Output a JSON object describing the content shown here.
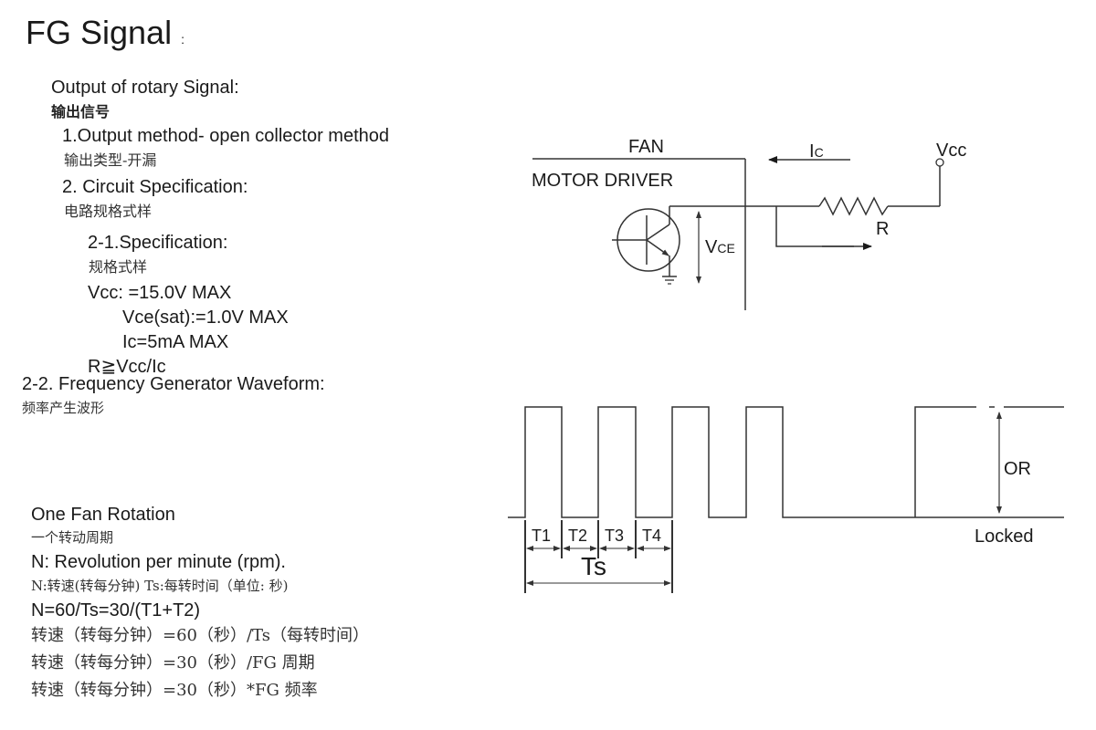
{
  "title": "FG Signal",
  "title_colon": ":",
  "left": {
    "output_heading": "Output of rotary Signal:",
    "output_heading_cn": "输出信号",
    "item1": "1.Output method- open collector method",
    "item1_cn": "输出类型-开漏",
    "item2": "2. Circuit Specification:",
    "item2_cn": "电路规格式样",
    "spec_heading": "2-1.Specification:",
    "spec_heading_cn": "规格式样",
    "spec_vcc": "Vcc: =15.0V MAX",
    "spec_vce": "Vce(sat):=1.0V MAX",
    "spec_ic": "Ic=5mA MAX",
    "spec_r": "R≧Vcc/Ic",
    "waveform_heading": "2-2. Frequency Generator Waveform:",
    "waveform_heading_cn": "频率产生波形",
    "rotation": "One Fan Rotation",
    "rotation_cn": "一个转动周期",
    "rpm_def": "N: Revolution  per minute (rpm).",
    "rpm_def_cn": "N:转速(转每分钟)  Ts:每转时间（单位: 秒)",
    "formula": "N=60/Ts=30/(T1+T2)",
    "formula_cn_1": "转速（转每分钟）=60（秒）/Ts（每转时间）",
    "formula_cn_2": "转速（转每分钟）=30（秒）/FG 周期",
    "formula_cn_3": "转速（转每分钟）=30（秒）*FG 频率"
  },
  "circuit": {
    "fan_label": "FAN",
    "driver_label": "MOTOR DRIVER",
    "ic_label_main": "I",
    "ic_label_sub": "C",
    "vcc_label": "Vcc",
    "r_label": "R",
    "vce_label_main": "V",
    "vce_label_sub": "CE",
    "components": [
      "npn-transistor",
      "ground",
      "resistor",
      "vcc-terminal",
      "current-arrow",
      "output-arrow"
    ]
  },
  "waveform": {
    "period_labels": [
      "T1",
      "T2",
      "T3",
      "T4"
    ],
    "total_label": "Ts",
    "or_label": "OR",
    "locked_label": "Locked",
    "pulses_shown": 4,
    "states": [
      "high-locked",
      "low-locked"
    ]
  }
}
